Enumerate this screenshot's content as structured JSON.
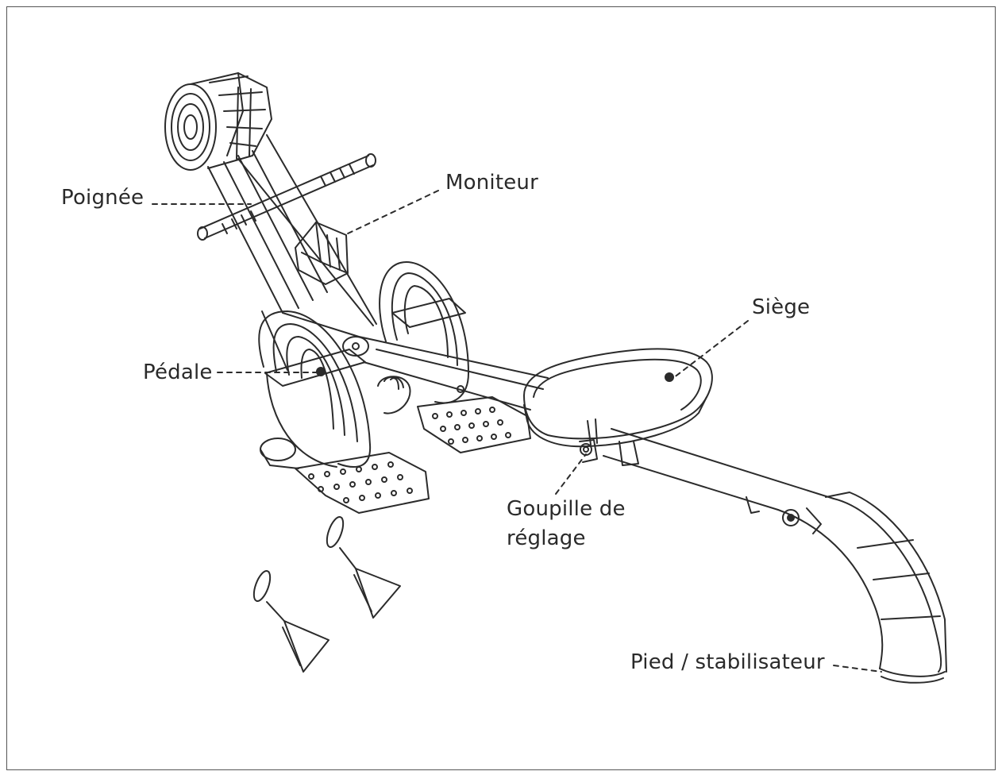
{
  "labels": {
    "poignee": "Poignée",
    "moniteur": "Moniteur",
    "siege": "Siège",
    "pedale": "Pédale",
    "goupille_line1": "Goupille de",
    "goupille_line2": "réglage",
    "pied": "Pied / stabilisateur"
  },
  "colors": {
    "line": "#2b2b2b",
    "text": "#2a2a2a",
    "border": "#555555"
  }
}
